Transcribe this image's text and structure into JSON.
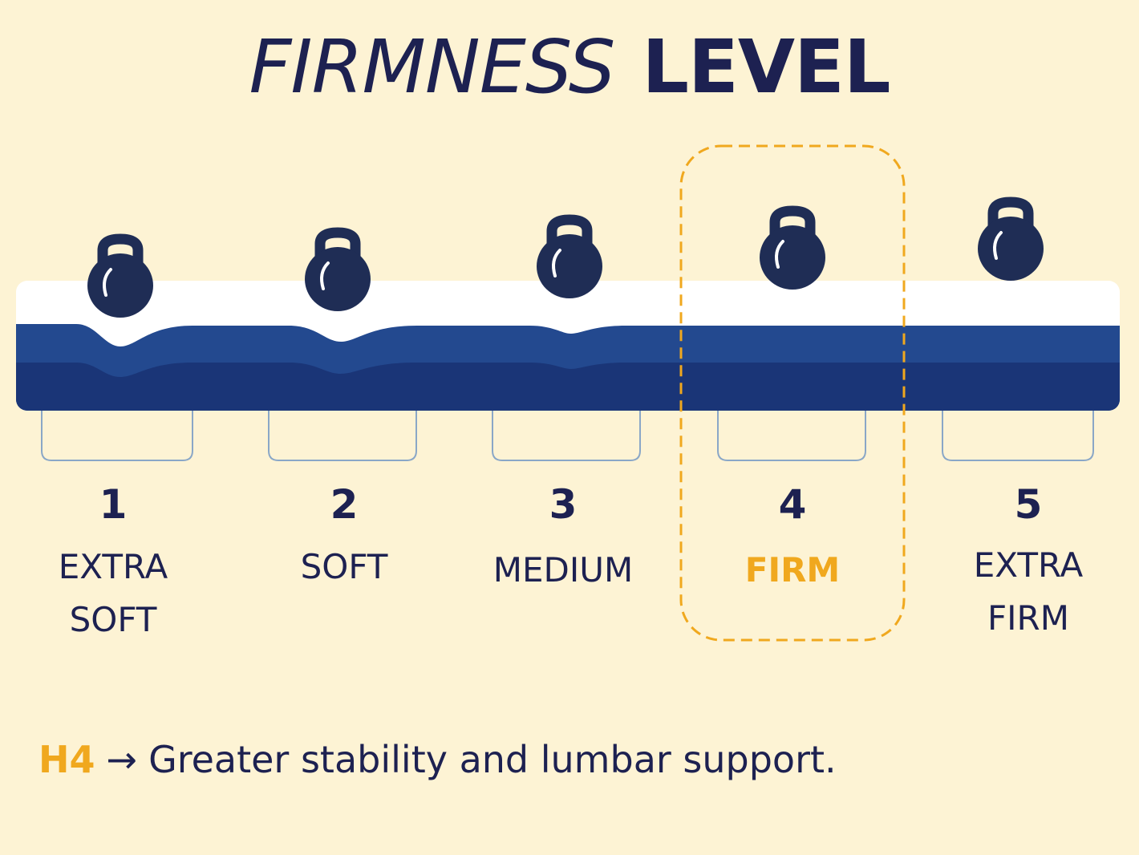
{
  "title": {
    "light": "FIRMNESS",
    "bold": "LEVEL"
  },
  "levels": [
    {
      "number": "1",
      "line1": "EXTRA",
      "line2": "SOFT"
    },
    {
      "number": "2",
      "line1": "SOFT",
      "line2": ""
    },
    {
      "number": "3",
      "line1": "MEDIUM",
      "line2": ""
    },
    {
      "number": "4",
      "line1": "FIRM",
      "line2": ""
    },
    {
      "number": "5",
      "line1": "EXTRA",
      "line2": "FIRM"
    }
  ],
  "highlighted_level": "4",
  "footer": {
    "key": "H4",
    "arrow": "→",
    "text": "Greater stability and lumbar support."
  },
  "colors": {
    "background": "#fdf3d4",
    "text": "#1d2151",
    "accent": "#f0a81e",
    "foam_top": "#ffffff",
    "foam_mid": "#23498f",
    "foam_base": "#1a3577",
    "kettlebell": "#1f2d55",
    "support_outline": "#8aa7c7"
  },
  "icons": [
    "kettlebell-icon",
    "support-bracket-icon"
  ]
}
